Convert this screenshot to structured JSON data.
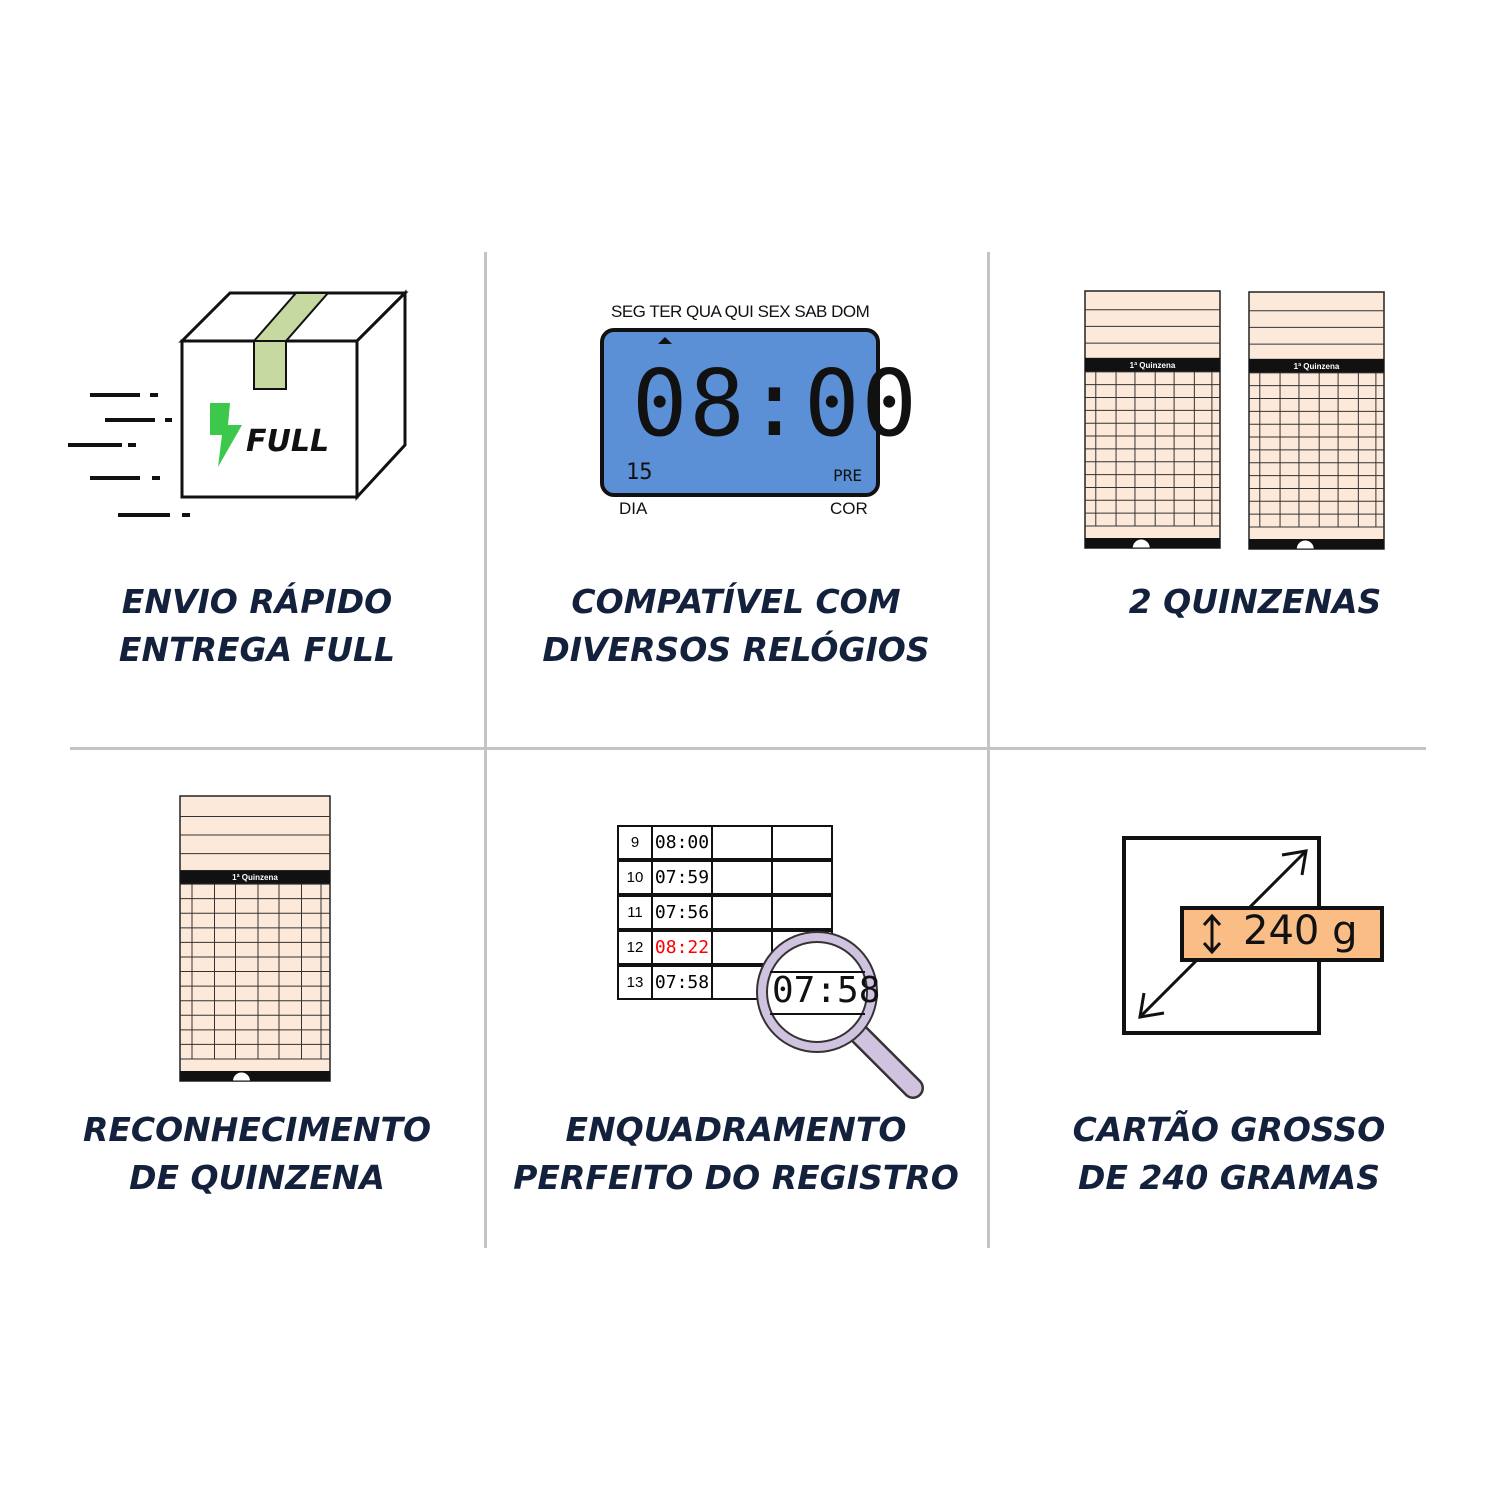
{
  "features": [
    {
      "id": "fast-shipping",
      "lines": [
        "ENVIO RÁPIDO",
        "ENTREGA FULL"
      ],
      "icon": "shipping-box-icon",
      "badge": "FULL"
    },
    {
      "id": "compatible-clocks",
      "lines": [
        "COMPATÍVEL COM",
        "DIVERSOS RELÓGIOS"
      ],
      "icon": "digital-clock-icon"
    },
    {
      "id": "two-fortnights",
      "lines": [
        "2 QUINZENAS"
      ],
      "icon": "time-cards-icon"
    },
    {
      "id": "fortnight-recognition",
      "lines": [
        "RECONHECIMENTO",
        "DE QUINZENA"
      ],
      "icon": "time-card-icon"
    },
    {
      "id": "perfect-framing",
      "lines": [
        "ENQUADRAMENTO",
        "PERFEITO DO REGISTRO"
      ],
      "icon": "magnifier-table-icon"
    },
    {
      "id": "thick-card",
      "lines": [
        "CARTÃO GROSSO",
        "DE 240 GRAMAS"
      ],
      "icon": "card-weight-icon"
    }
  ],
  "clock": {
    "weekdays": "SEG TER QUA QUI SEX SAB DOM",
    "time": "08:00",
    "day": "15",
    "mode": "PRE",
    "left_label": "DIA",
    "right_label": "COR",
    "screen_color": "#5b8fd6"
  },
  "card": {
    "header": "1ª Quinzena",
    "fill": "#fde9d9"
  },
  "register_table": {
    "rows": [
      {
        "day": "9",
        "time": "08:00",
        "late": false
      },
      {
        "day": "10",
        "time": "07:59",
        "late": false
      },
      {
        "day": "11",
        "time": "07:56",
        "late": false
      },
      {
        "day": "12",
        "time": "08:22",
        "late": true
      },
      {
        "day": "13",
        "time": "07:58",
        "late": false
      }
    ],
    "magnified": "07:58"
  },
  "weight": {
    "label": "240 g",
    "fill": "#f9bd85"
  },
  "colors": {
    "title": "#14213d",
    "bolt": "#3cc84a",
    "tape": "#c5d9a0",
    "late": "#ff0000",
    "magnifier": "#cfc3e0"
  }
}
